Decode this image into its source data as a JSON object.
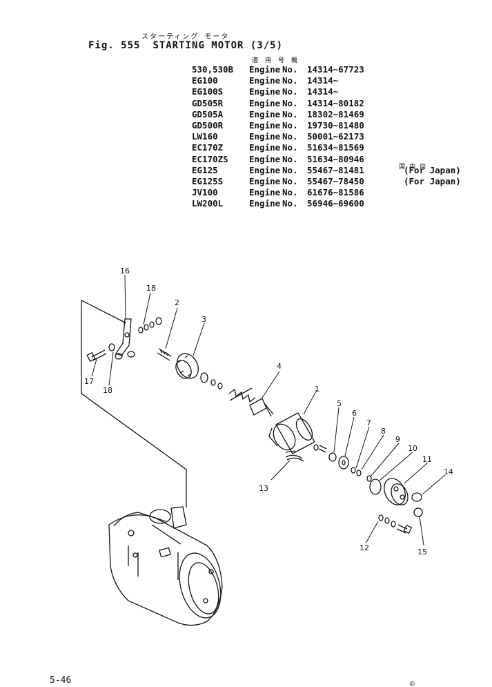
{
  "header": {
    "japanese_title": "スターティング モータ",
    "fig_label": "Fig. 555",
    "title": "STARTING MOTOR (3/5)",
    "applicability_label": "適用号機"
  },
  "applicability": [
    {
      "model": "530,530B",
      "label1": "Engine",
      "label2": "No.",
      "range": "14314~67723",
      "note": ""
    },
    {
      "model": "EG100",
      "label1": "Engine",
      "label2": "No.",
      "range": "14314~",
      "note": ""
    },
    {
      "model": "EG100S",
      "label1": "Engine",
      "label2": "No.",
      "range": "14314~",
      "note": ""
    },
    {
      "model": "GD505R",
      "label1": "Engine",
      "label2": "No.",
      "range": "14314~80182",
      "note": ""
    },
    {
      "model": "GD505A",
      "label1": "Engine",
      "label2": "No.",
      "range": "18302~81469",
      "note": ""
    },
    {
      "model": "GD500R",
      "label1": "Engine",
      "label2": "No.",
      "range": "19730~81480",
      "note": ""
    },
    {
      "model": "LW160",
      "label1": "Engine",
      "label2": "No.",
      "range": "50001~62173",
      "note": ""
    },
    {
      "model": "EC170Z",
      "label1": "Engine",
      "label2": "No.",
      "range": "51634~81569",
      "note": ""
    },
    {
      "model": "EC170ZS",
      "label1": "Engine",
      "label2": "No.",
      "range": "51634~80946",
      "note": ""
    },
    {
      "model": "EG125",
      "label1": "Engine",
      "label2": "No.",
      "range": "55467~81481",
      "note": "(For Japan)"
    },
    {
      "model": "EG125S",
      "label1": "Engine",
      "label2": "No.",
      "range": "55467~78450",
      "note": "(For Japan)"
    },
    {
      "model": "JV100",
      "label1": "Engine",
      "label2": "No.",
      "range": "61676~81586",
      "note": ""
    },
    {
      "model": "LW200L",
      "label1": "Engine",
      "label2": "No.",
      "range": "56946~69600",
      "note": ""
    }
  ],
  "destination_jp": "国内向",
  "callouts": [
    "1",
    "2",
    "3",
    "4",
    "5",
    "6",
    "7",
    "8",
    "9",
    "10",
    "11",
    "12",
    "13",
    "14",
    "15",
    "16",
    "17",
    "18",
    "18"
  ],
  "footer": {
    "page_number": "5-46",
    "doc_code": "©"
  }
}
